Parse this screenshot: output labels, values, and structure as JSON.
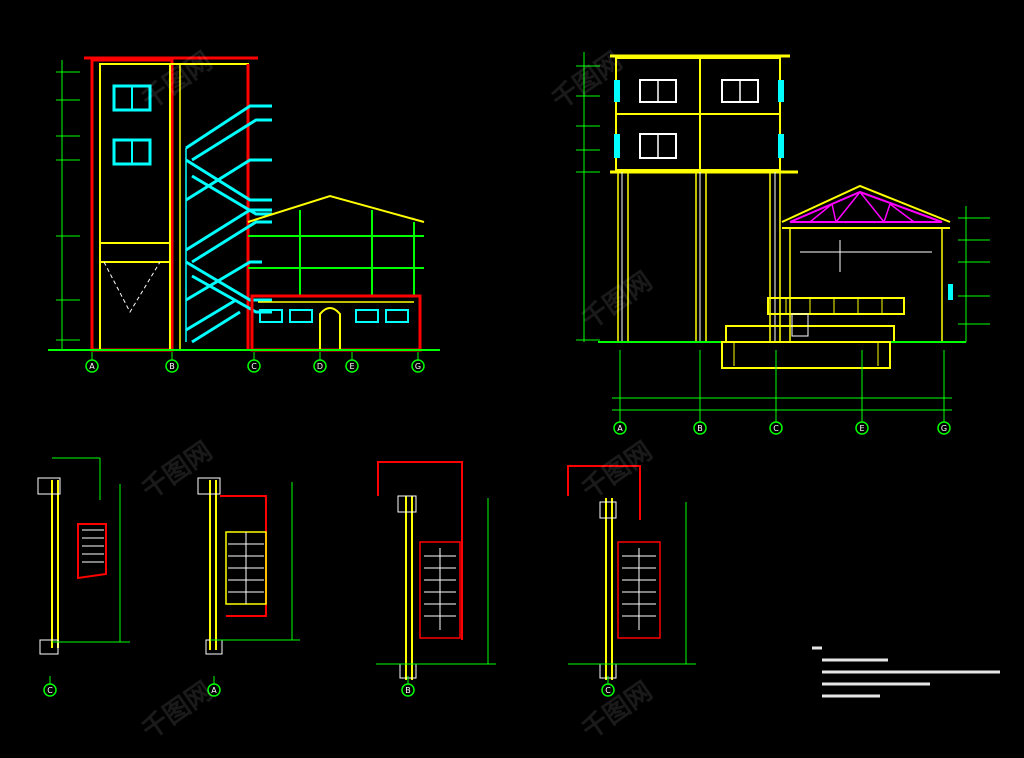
{
  "colors": {
    "background": "#000000",
    "green": "#00ff00",
    "yellow": "#ffff00",
    "red": "#ff0000",
    "cyan": "#00ffff",
    "white": "#ffffff",
    "magenta": "#ff00ff"
  },
  "drawing_left": {
    "axis_labels": [
      "A",
      "B",
      "C",
      "D",
      "E",
      "G"
    ]
  },
  "drawing_right": {
    "axis_labels": [
      "A",
      "B",
      "C",
      "E",
      "G"
    ]
  },
  "stair_details": {
    "axis_labels": [
      "C",
      "A",
      "B",
      "C"
    ]
  },
  "watermark": "千图网"
}
